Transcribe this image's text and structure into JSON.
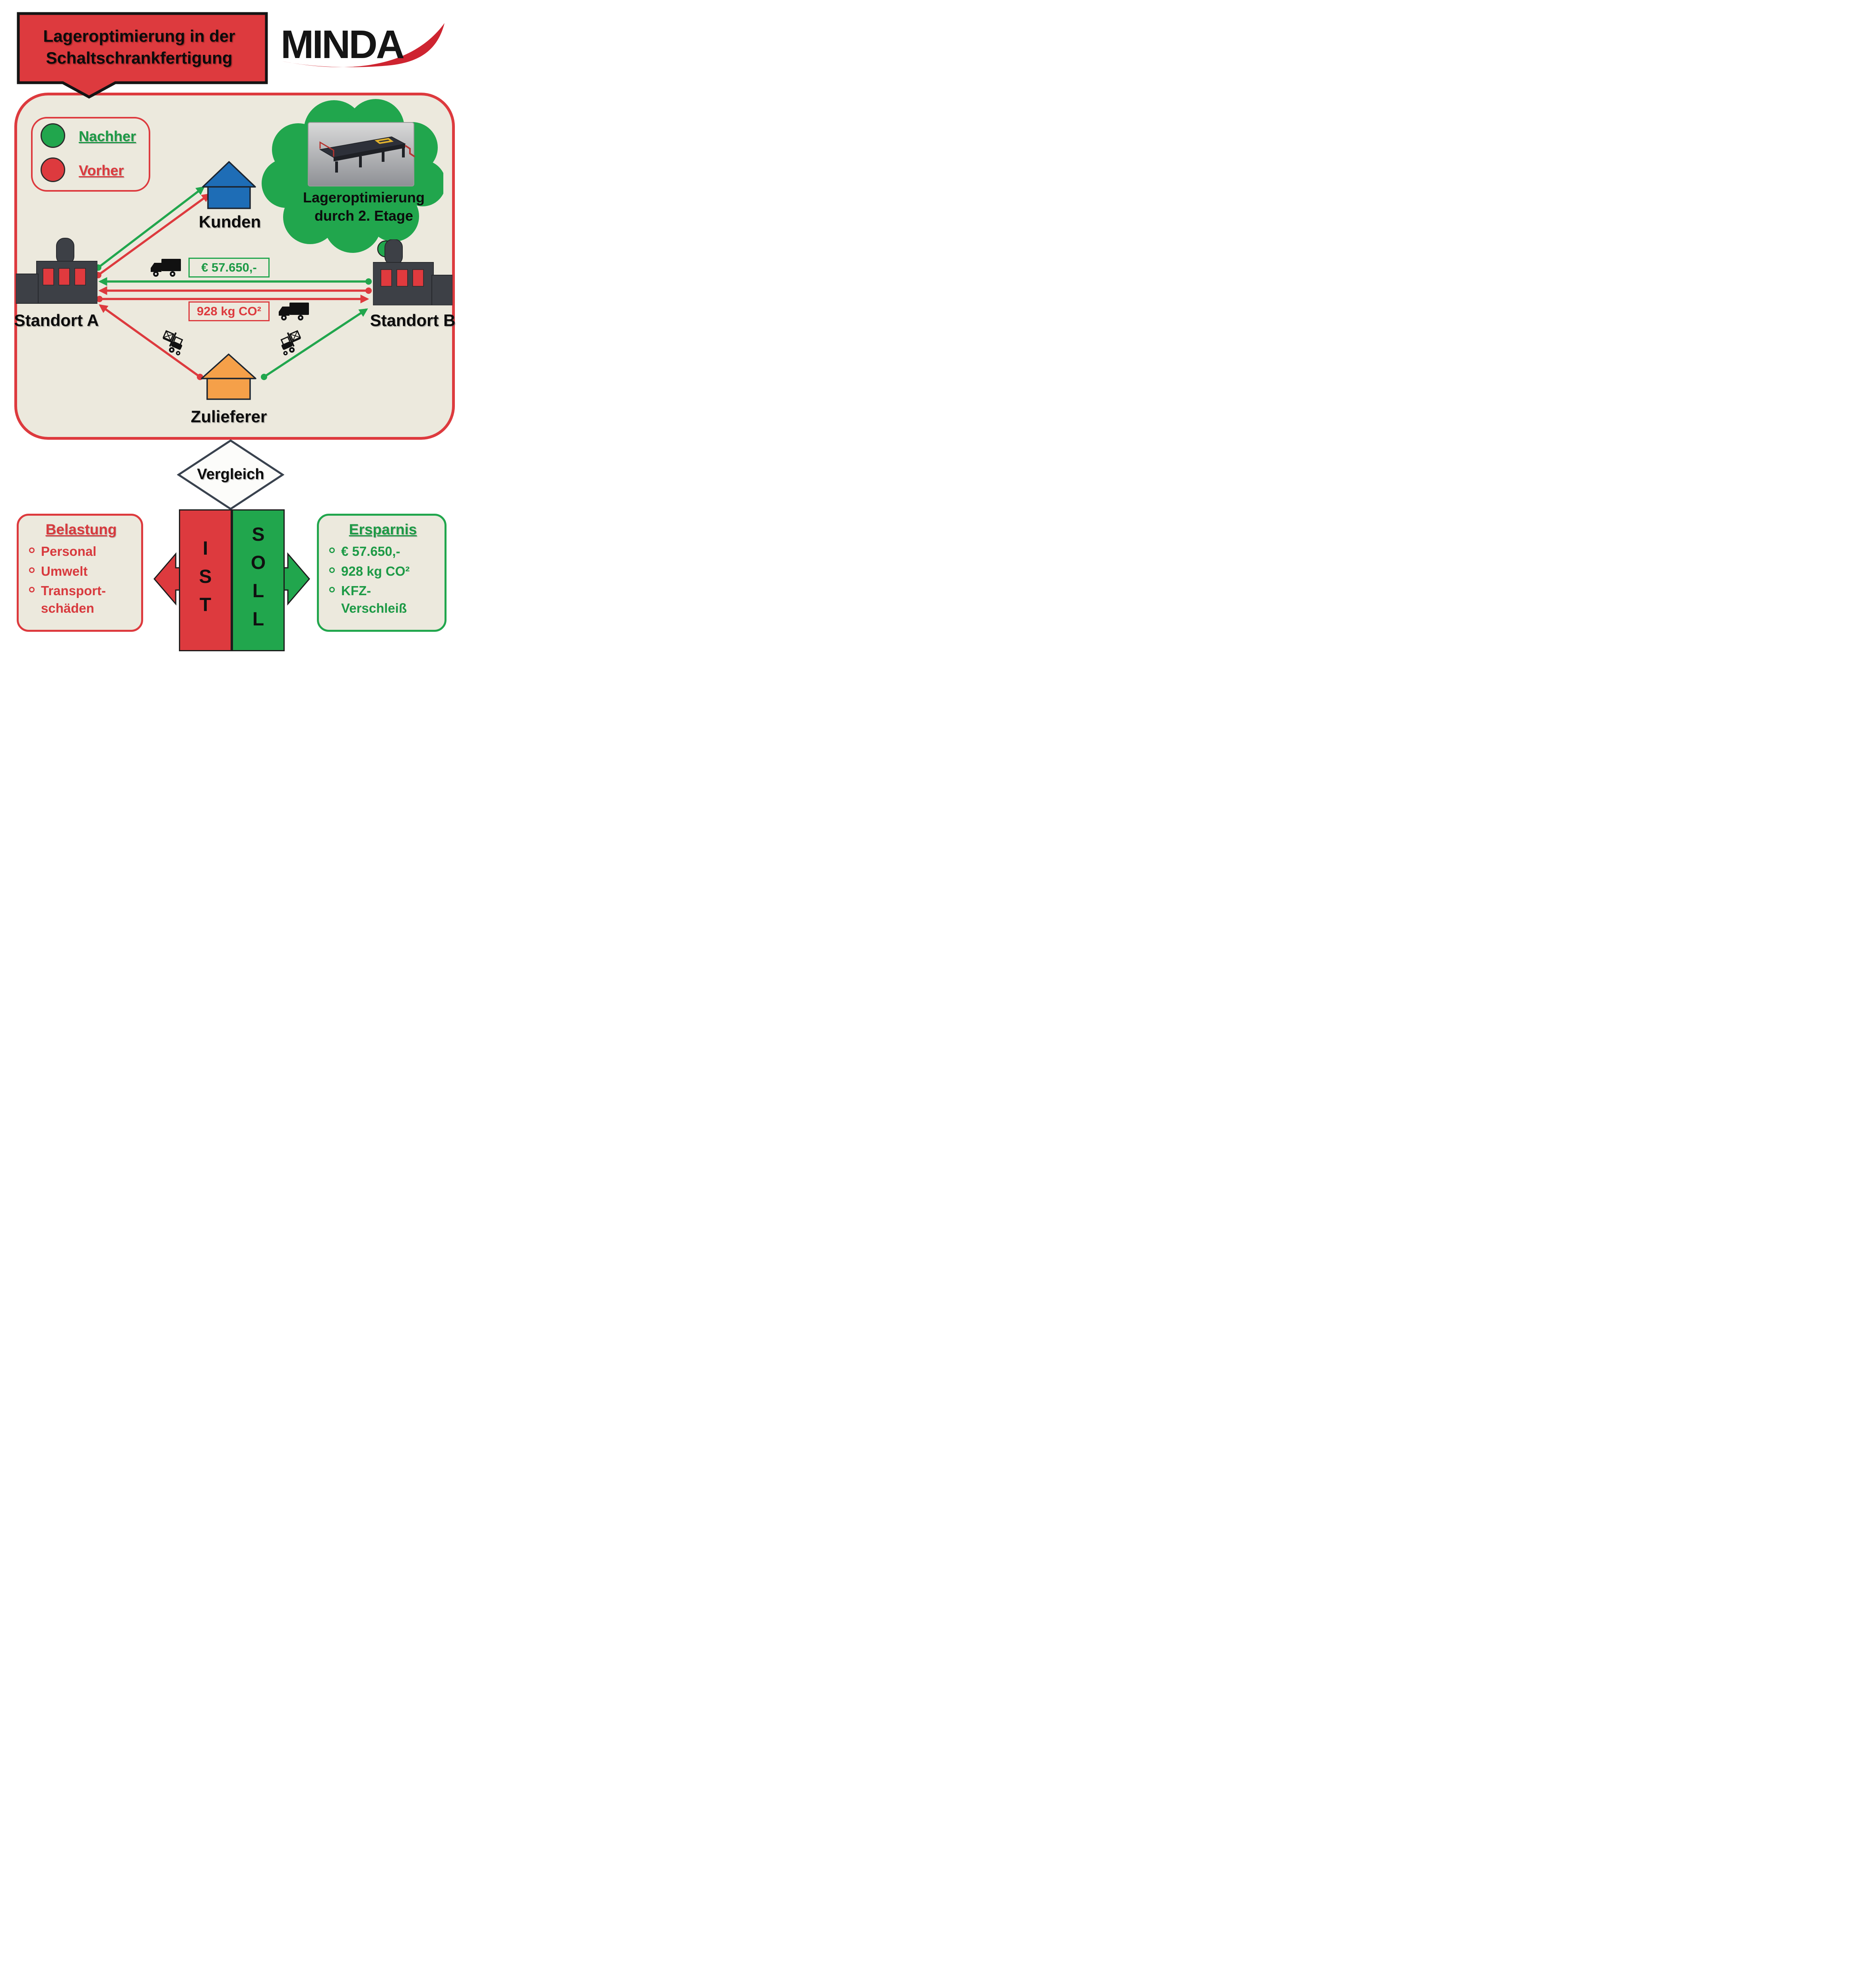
{
  "banner": {
    "line1": "Lageroptimierung in der",
    "line2": "Schaltschrankfertigung"
  },
  "logo": {
    "text": "MINDA"
  },
  "legend": {
    "nachher": "Nachher",
    "vorher": "Vorher"
  },
  "cloud": {
    "line1": "Lageroptimierung",
    "line2": "durch 2. Etage"
  },
  "nodes": {
    "kunden": "Kunden",
    "zulieferer": "Zulieferer",
    "standort_a": "Standort A",
    "standort_b": "Standort B"
  },
  "flows": {
    "savings": "€ 57.650,-",
    "co2": "928 kg CO²"
  },
  "comparison": {
    "label": "Vergleich",
    "ist": "IST",
    "soll": "SOLL"
  },
  "belastung": {
    "title": "Belastung",
    "items": [
      "Personal",
      "Umwelt",
      "Transport-\nschäden"
    ]
  },
  "ersparnis": {
    "title": "Ersparnis",
    "items": [
      "€ 57.650,-",
      "928 kg CO²",
      "KFZ-\nVerschleiß"
    ]
  },
  "icons": {
    "truck": "delivery-truck",
    "forklift": "forklift-with-crate",
    "factory": "factory-building",
    "house": "house",
    "cloud": "thought-cloud",
    "cloud_image": "storage-mezzanine-render"
  },
  "colors": {
    "red": "#dd3a3e",
    "green": "#21a64d",
    "beige": "#ece9dd",
    "blue": "#1e6db6",
    "orange": "#f5a049",
    "dark_gray": "#3d4046"
  }
}
